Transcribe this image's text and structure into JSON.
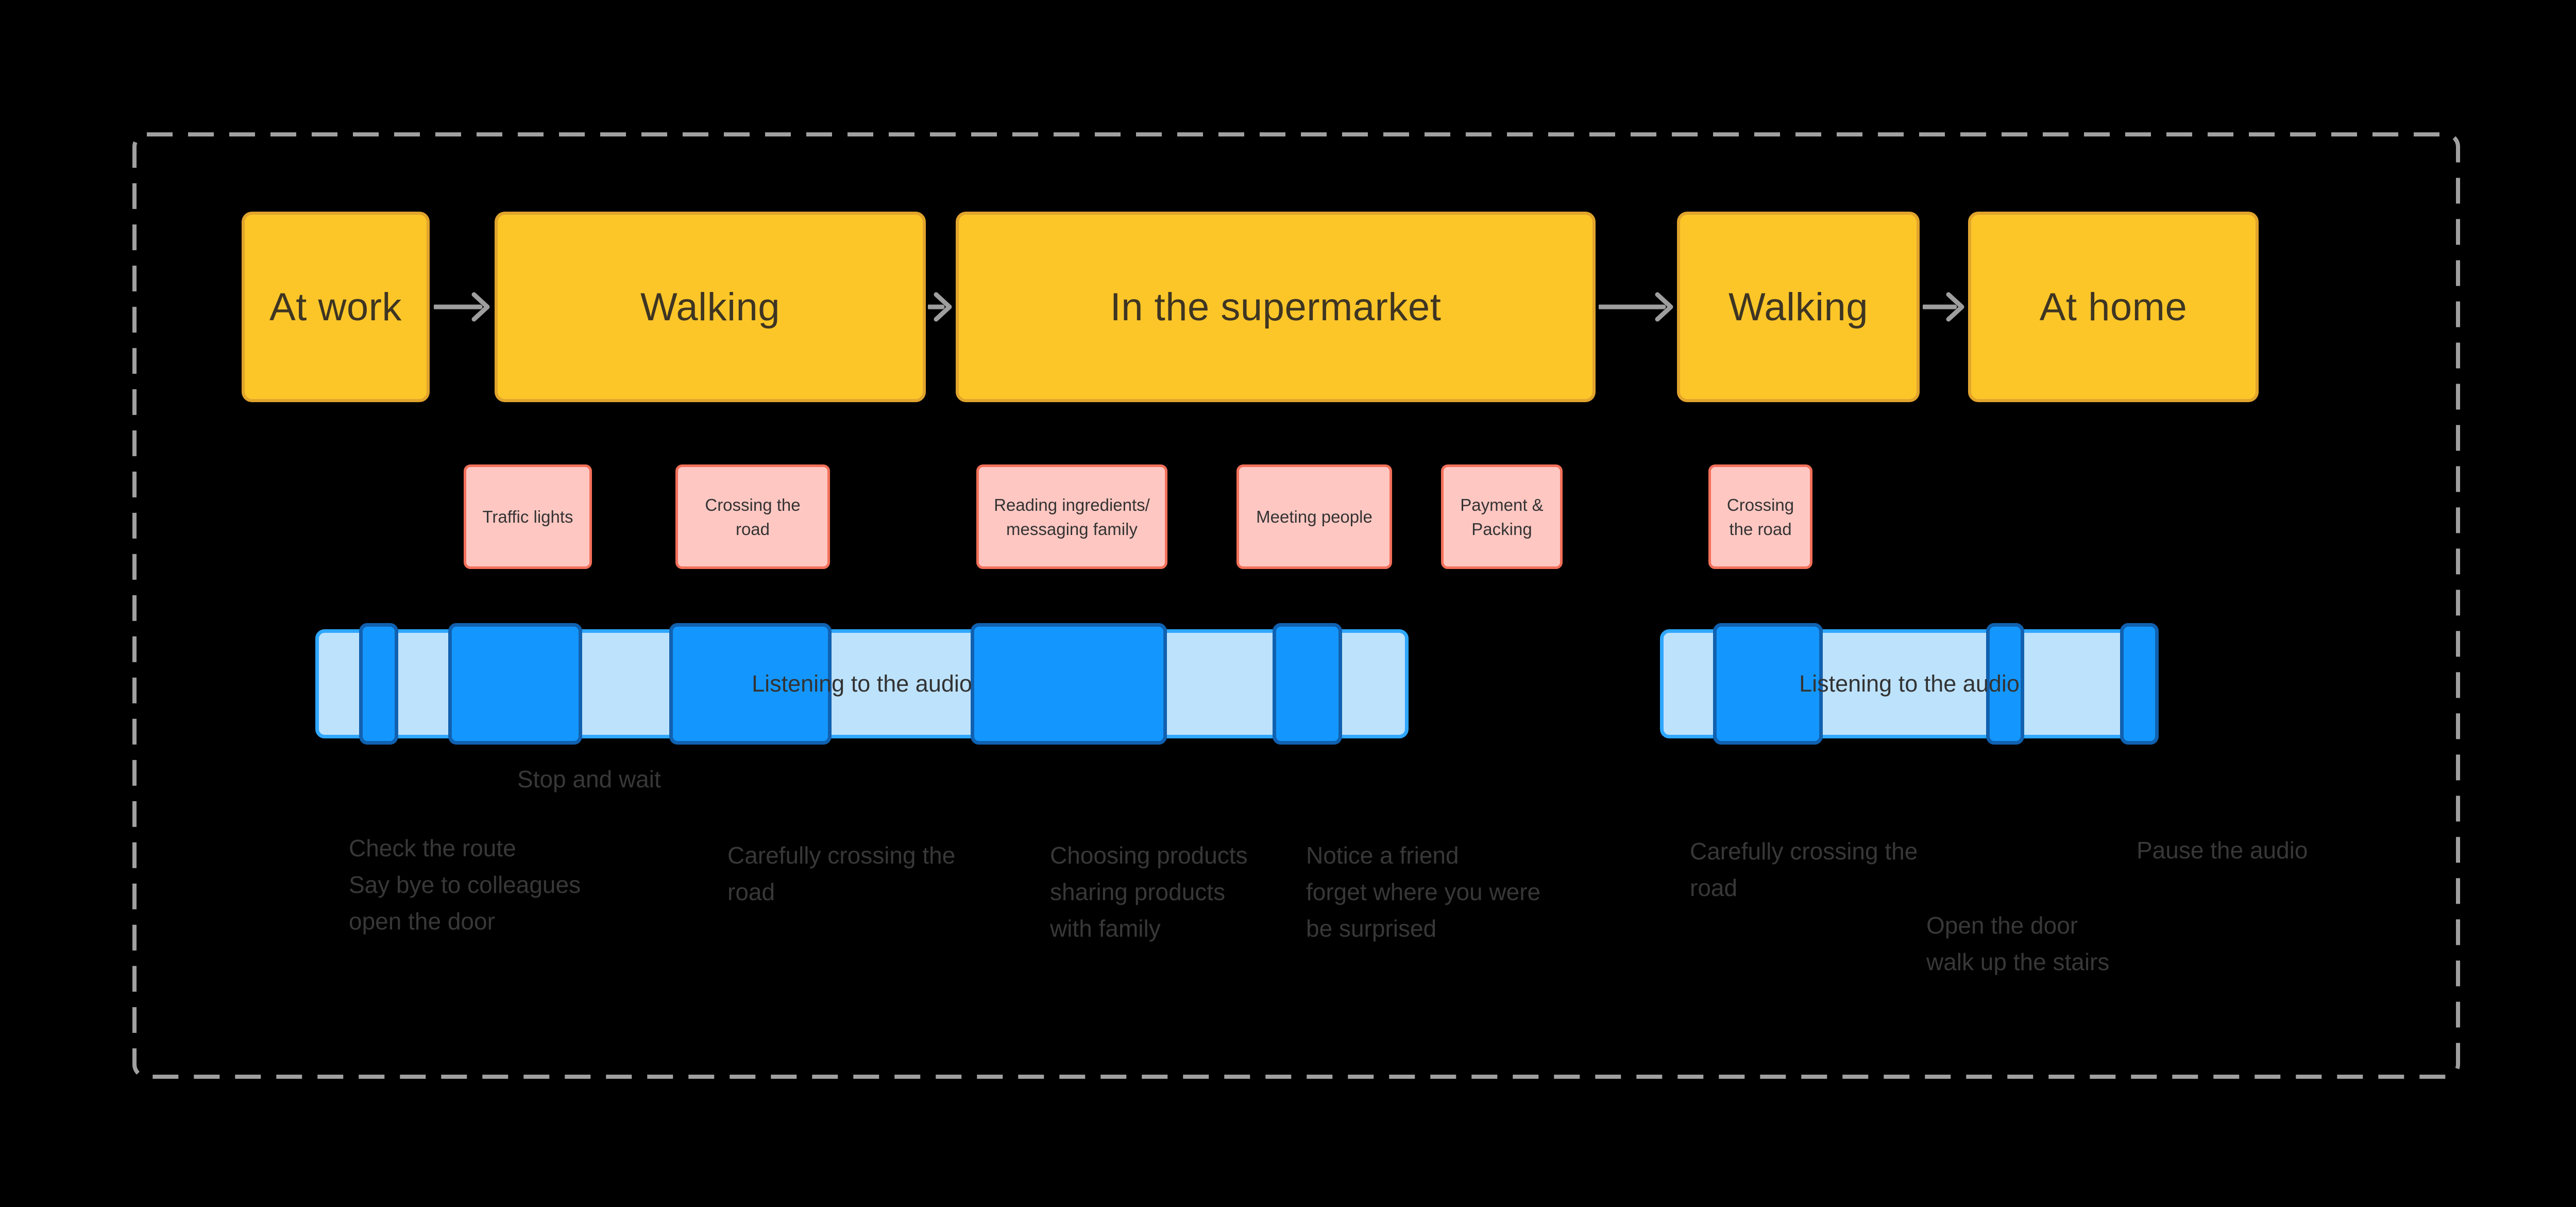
{
  "diagram_title": "",
  "stages": [
    {
      "label": "At work"
    },
    {
      "label": "Walking"
    },
    {
      "label": "In the supermarket"
    },
    {
      "label": "Walking"
    },
    {
      "label": "At home"
    }
  ],
  "touchpoints": [
    {
      "lines": [
        "Traffic lights"
      ]
    },
    {
      "lines": [
        "Crossing the",
        "road"
      ]
    },
    {
      "lines": [
        "Reading ingredients/",
        "messaging family"
      ]
    },
    {
      "lines": [
        "Meeting people"
      ]
    },
    {
      "lines": [
        "Payment &",
        "Packing"
      ]
    },
    {
      "lines": [
        "Crossing",
        "the road"
      ]
    }
  ],
  "audio_bars": [
    {
      "label": "Listening to the audio"
    },
    {
      "label": "Listening to the audio"
    }
  ],
  "notes": [
    {
      "lines": [
        "Stop and wait"
      ]
    },
    {
      "lines": [
        "Check the route",
        "Say bye to colleagues",
        "open the door"
      ]
    },
    {
      "lines": [
        "Carefully crossing the",
        "road"
      ]
    },
    {
      "lines": [
        "Choosing products",
        "sharing products",
        "with family"
      ]
    },
    {
      "lines": [
        "Notice a friend",
        "forget where you were",
        "be surprised"
      ]
    },
    {
      "lines": [
        "Carefully crossing the",
        "road"
      ]
    },
    {
      "lines": [
        "Open the door",
        "walk up the stairs"
      ]
    },
    {
      "lines": [
        "Pause the audio"
      ]
    }
  ],
  "colors": {
    "background": "#000000",
    "frame_border": "#A0A0A0",
    "stage_fill": "#FCC629",
    "stage_border": "#E1A42C",
    "stage_text": "#3E3522",
    "touchpoint_fill": "#FFC7C2",
    "touchpoint_border": "#F3705A",
    "touchpoint_text": "#333333",
    "audio_bar_fill": "#BDE2FC",
    "audio_bar_border": "#2FA7FF",
    "audio_segment_fill": "#1397FE",
    "audio_segment_border": "#1161B0",
    "bar_text": "#333333",
    "note_text": "#383838",
    "arrow": "#9E9E9E"
  }
}
